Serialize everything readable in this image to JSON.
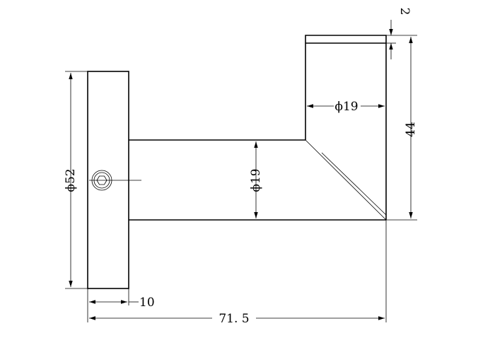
{
  "dimensions": {
    "base_diameter": "ϕ52",
    "base_thickness": "10",
    "overall_length": "71. 5",
    "arm_diameter": "ϕ19",
    "tip_diameter": "ϕ19",
    "overall_height": "44",
    "cap_thickness": "2"
  },
  "icons": {
    "set_screw": "hex-socket-set-screw-icon"
  }
}
